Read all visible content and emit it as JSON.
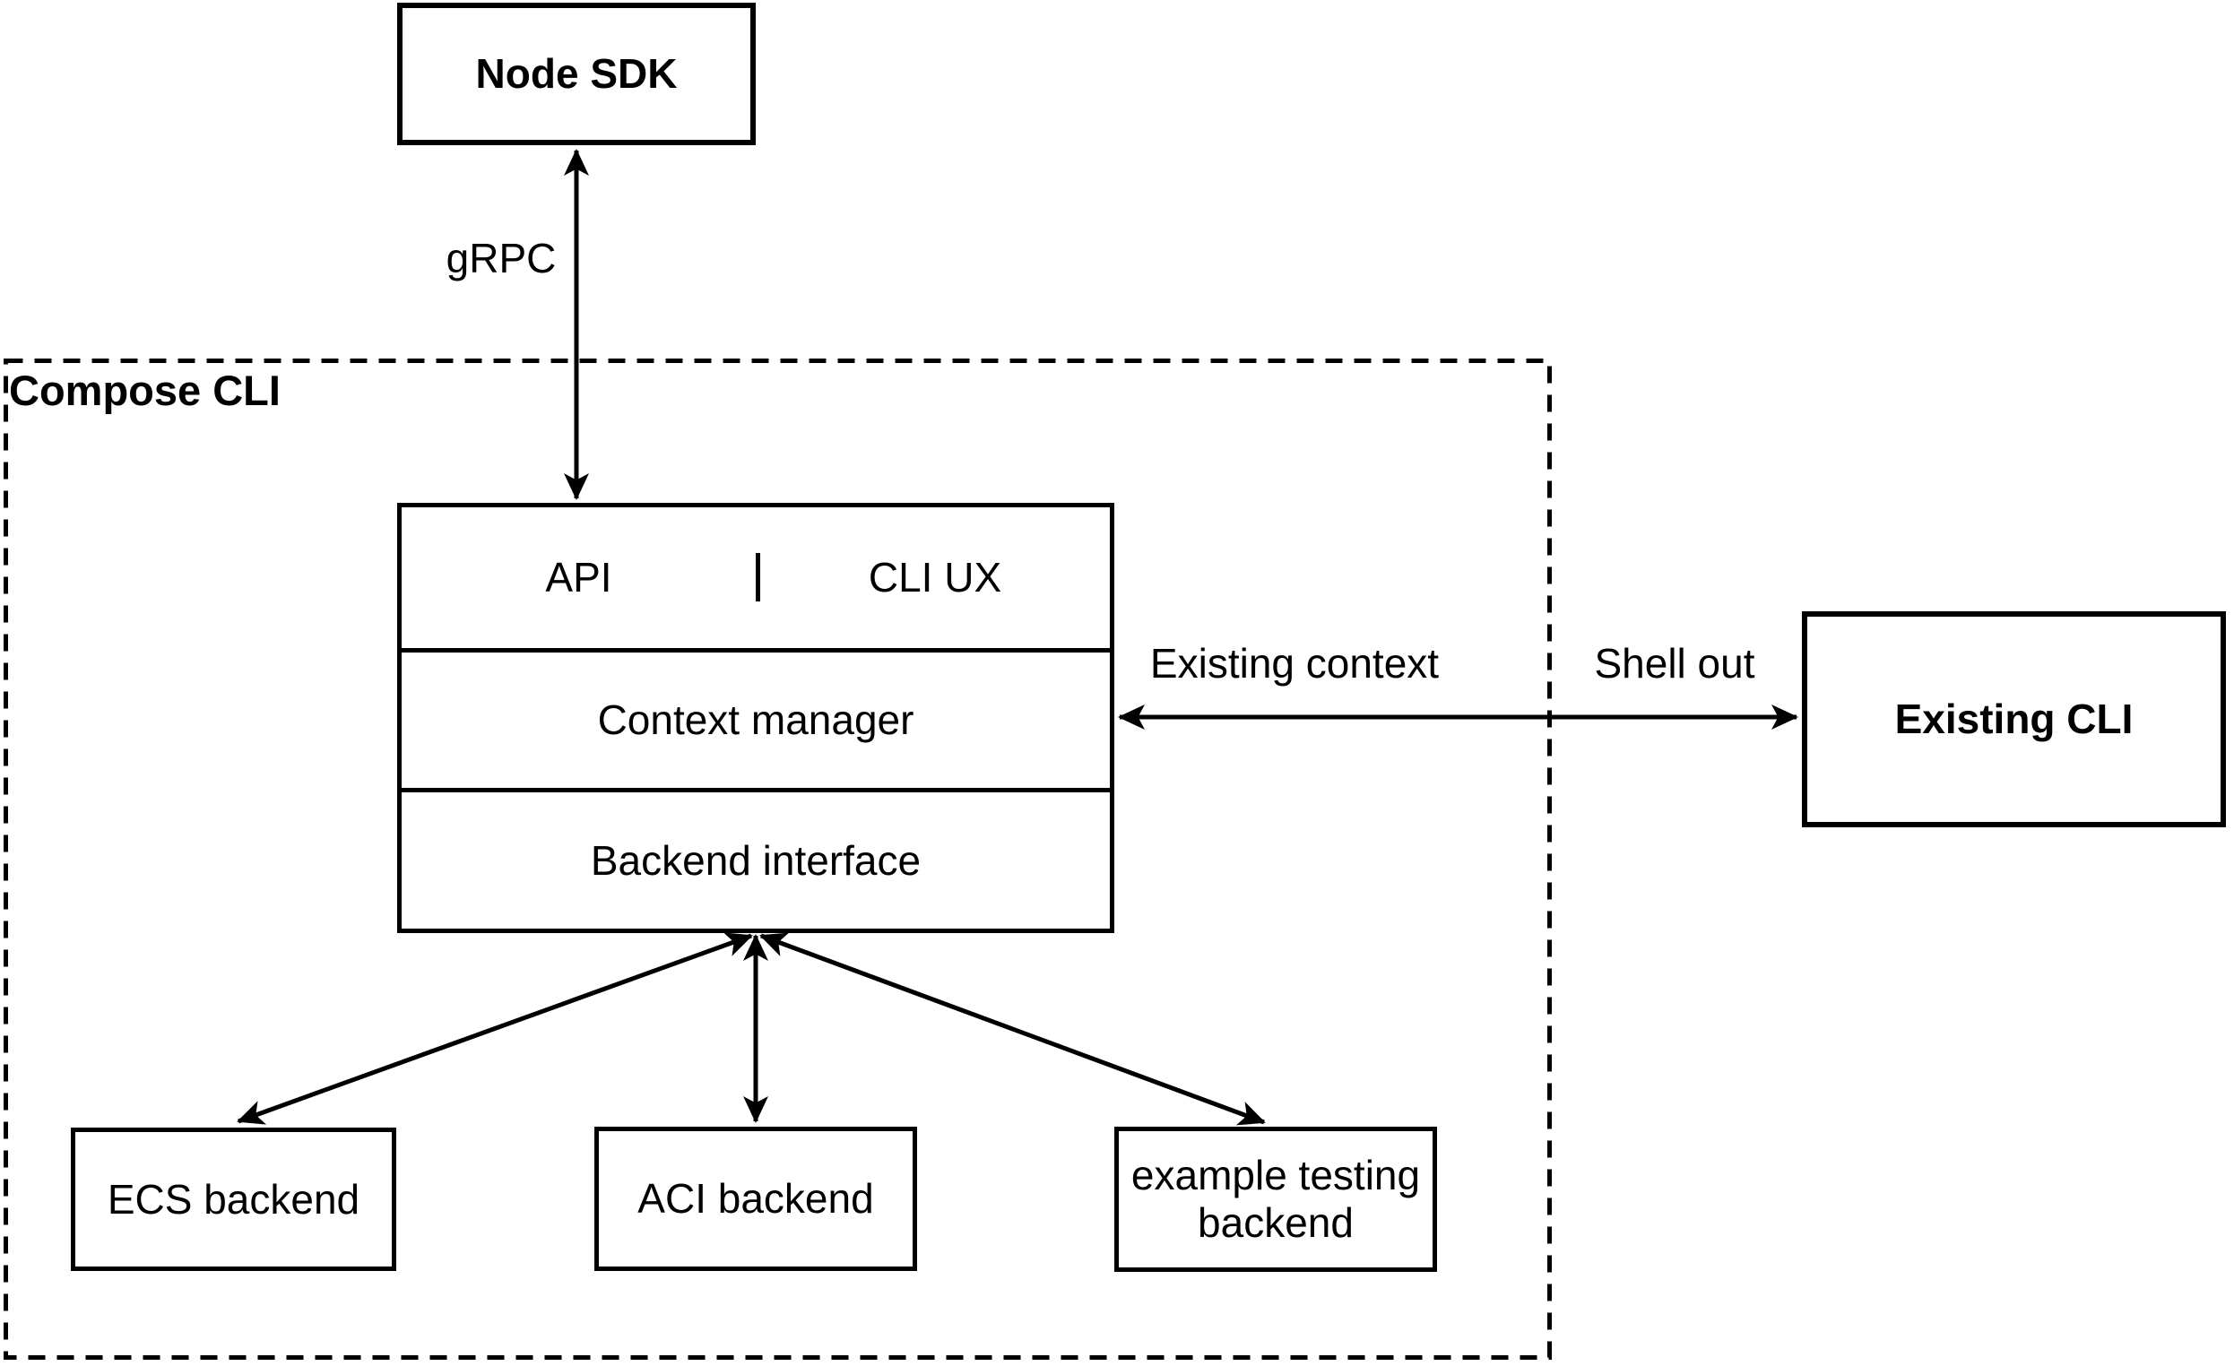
{
  "colors": {
    "stroke": "#000000",
    "background": "#ffffff",
    "text": "#000000"
  },
  "nodes": {
    "node_sdk": {
      "label": "Node SDK"
    },
    "compose_cli": {
      "label": "Compose CLI"
    },
    "stack": {
      "api": {
        "label": "API"
      },
      "cli_ux": {
        "label": "CLI UX"
      },
      "context_manager": {
        "label": "Context manager"
      },
      "backend_interface": {
        "label": "Backend interface"
      }
    },
    "existing_cli": {
      "label": "Existing CLI"
    },
    "ecs_backend": {
      "label": "ECS backend"
    },
    "aci_backend": {
      "label": "ACI backend"
    },
    "example_testing_backend": {
      "label": "example testing backend"
    }
  },
  "edges": {
    "grpc": {
      "label": "gRPC"
    },
    "existing_context": {
      "label": "Existing context"
    },
    "shell_out": {
      "label": "Shell out"
    }
  }
}
